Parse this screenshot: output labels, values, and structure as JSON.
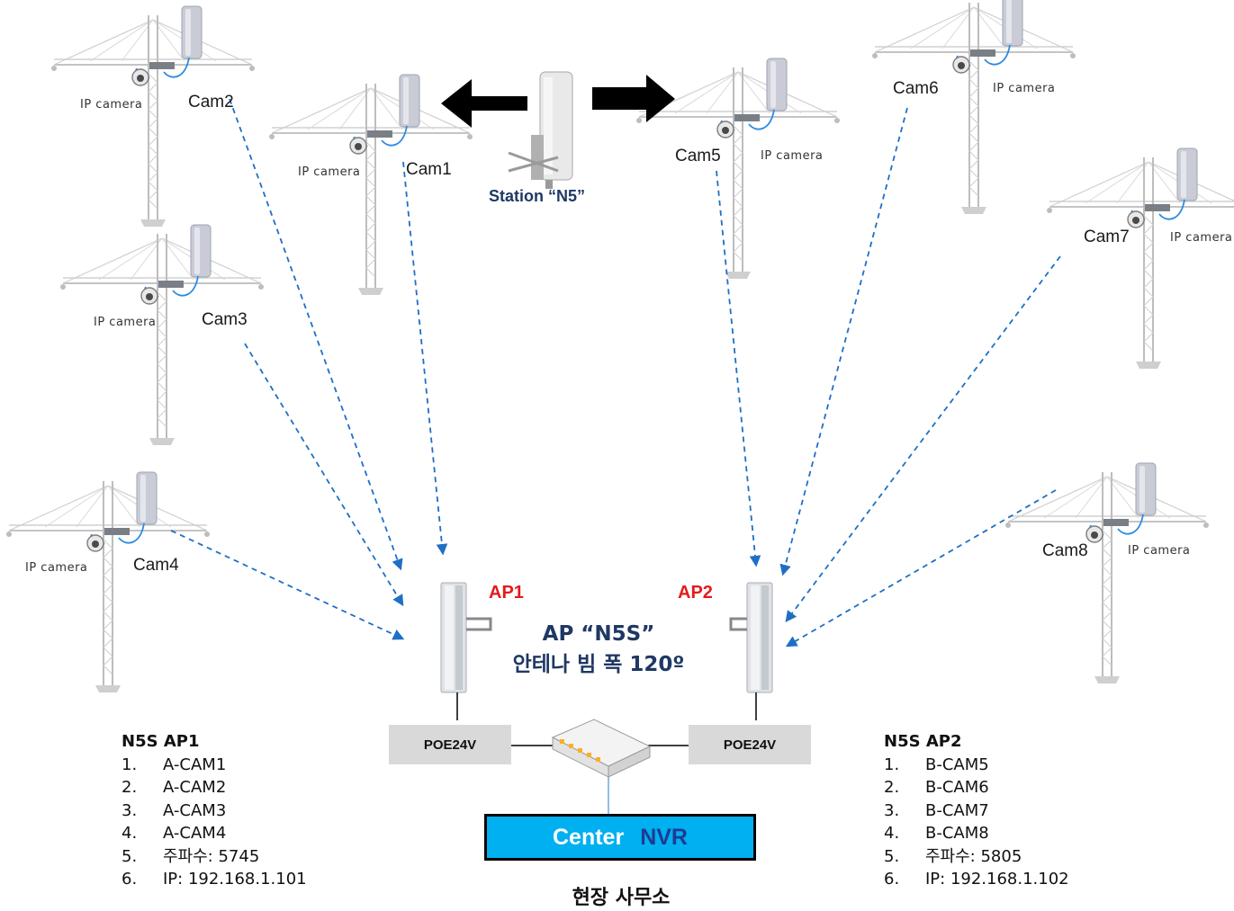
{
  "station": {
    "label": "Station “N5”"
  },
  "cameras": [
    {
      "name": "Cam1",
      "device": "IP camera"
    },
    {
      "name": "Cam2",
      "device": "IP camera"
    },
    {
      "name": "Cam3",
      "device": "IP camera"
    },
    {
      "name": "Cam4",
      "device": "IP camera"
    },
    {
      "name": "Cam5",
      "device": "IP camera"
    },
    {
      "name": "Cam6",
      "device": "IP camera"
    },
    {
      "name": "Cam7",
      "device": "IP camera"
    },
    {
      "name": "Cam8",
      "device": "IP camera"
    }
  ],
  "ap_labels": {
    "ap1": "AP1",
    "ap2": "AP2"
  },
  "ap_center": {
    "line1": "AP “N5S”",
    "line2": "안테나 빔 폭 120º"
  },
  "poe": {
    "left": "POE24V",
    "right": "POE24V"
  },
  "nvr": {
    "word1": "Center",
    "word2": "NVR"
  },
  "office": "현장 사무소",
  "ap1_info": {
    "title": "N5S AP1",
    "items": [
      {
        "num": "1.",
        "text": "A-CAM1"
      },
      {
        "num": "2.",
        "text": "A-CAM2"
      },
      {
        "num": "3.",
        "text": "A-CAM3"
      },
      {
        "num": "4.",
        "text": "A-CAM4"
      },
      {
        "num": "5.",
        "text": "주파수: 5745"
      },
      {
        "num": "6.",
        "text": "IP: 192.168.1.101"
      }
    ]
  },
  "ap2_info": {
    "title": "N5S AP2",
    "items": [
      {
        "num": "1.",
        "text": "B-CAM5"
      },
      {
        "num": "2.",
        "text": "B-CAM6"
      },
      {
        "num": "3.",
        "text": "B-CAM7"
      },
      {
        "num": "4.",
        "text": "B-CAM8"
      },
      {
        "num": "5.",
        "text": "주파수: 5805"
      },
      {
        "num": "6.",
        "text": "IP: 192.168.1.102"
      }
    ]
  },
  "colors": {
    "link_arrow": "#1f6fc5",
    "ap_tag": "#e31b1b",
    "title_navy": "#1f3864",
    "nvr_fill": "#00b0f0",
    "poe_fill": "#d9d9d9"
  },
  "icons": [
    "crane-tower-icon",
    "ip-camera-icon",
    "antenna-panel-icon",
    "network-switch-icon",
    "direction-arrow-icon"
  ]
}
